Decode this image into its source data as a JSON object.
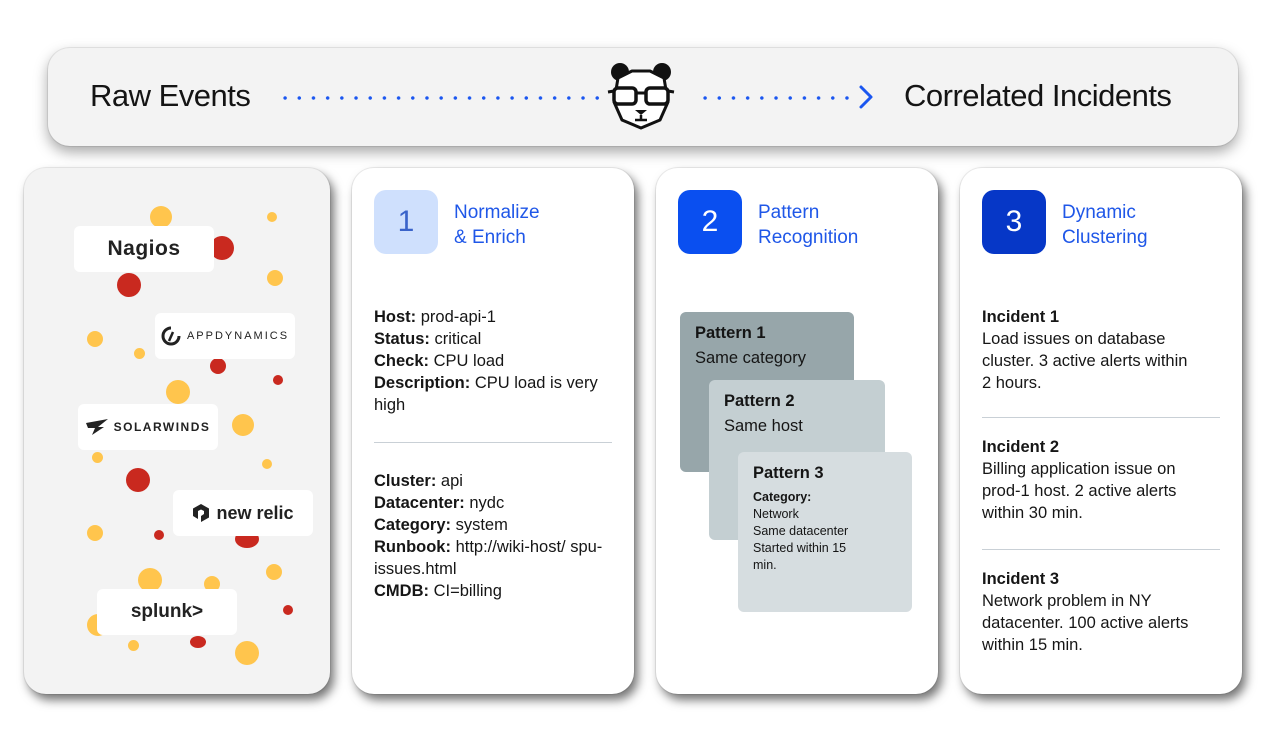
{
  "header": {
    "left_label": "Raw Events",
    "right_label": "Correlated Incidents",
    "center_icon": "bear-glasses-logo-icon",
    "arrow_icon": "chevron-right-icon",
    "accent_color": "#1a56f0"
  },
  "sources": {
    "logos": [
      "Nagios",
      "APPDYNAMICS",
      "SOLARWINDS",
      "new relic",
      "splunk>"
    ]
  },
  "steps": [
    {
      "number": "1",
      "title": "Normalize\n& Enrich",
      "badge_color": "#cfe0fd",
      "group_a": [
        {
          "key": "Host:",
          "value": " prod-api-1"
        },
        {
          "key": "Status:",
          "value": " critical"
        },
        {
          "key": "Check:",
          "value": " CPU load"
        },
        {
          "key": "Description:",
          "value": " CPU load is very high"
        }
      ],
      "group_b": [
        {
          "key": "Cluster:",
          "value": " api"
        },
        {
          "key": "Datacenter:",
          "value": " nydc"
        },
        {
          "key": "Category:",
          "value": " system"
        },
        {
          "key": "Runbook:",
          "value": " http://wiki-host/ spu-issues.html"
        },
        {
          "key": "CMDB:",
          "value": " CI=billing"
        }
      ]
    },
    {
      "number": "2",
      "title": "Pattern\nRecognition",
      "badge_color": "#0a4ff0",
      "patterns": [
        {
          "title": "Pattern 1",
          "desc": "Same category"
        },
        {
          "title": "Pattern 2",
          "desc": "Same host"
        },
        {
          "title": "Pattern 3",
          "desc_key": "Category:",
          "desc_lines": [
            "Network",
            "Same datacenter",
            "Started within 15 min."
          ]
        }
      ]
    },
    {
      "number": "3",
      "title": "Dynamic\nClustering",
      "badge_color": "#0637c7",
      "incidents": [
        {
          "title": "Incident 1",
          "desc": "Load issues on database cluster. 3 active alerts within 2 hours."
        },
        {
          "title": "Incident 2",
          "desc": "Billing application issue on prod-1 host. 2 active alerts within 30 min."
        },
        {
          "title": "Incident 3",
          "desc": "Network problem in NY datacenter. 100 active alerts within 15 min."
        }
      ]
    }
  ]
}
